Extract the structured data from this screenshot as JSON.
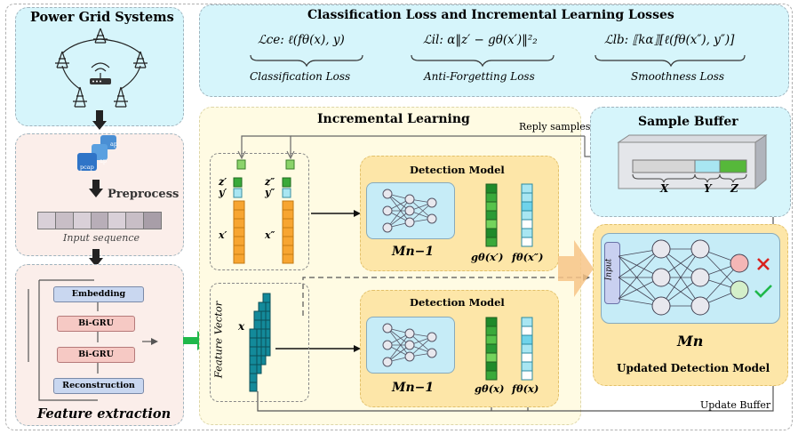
{
  "power_grid": {
    "title": "Power Grid Systems"
  },
  "preprocess": {
    "file_label_1": "pcap",
    "file_label_2": "ap",
    "file_label_3": "ap",
    "label": "Preprocess",
    "input_seq_label": "Input sequence"
  },
  "feature_extraction": {
    "title": "Feature extraction",
    "blocks": [
      "Embedding",
      "Bi-GRU",
      "Bi-GRU",
      "Reconstruction"
    ]
  },
  "losses": {
    "title": "Classification Loss and Incremental Learning Losses",
    "ce_formula": "ℒce: ℓ(fθ(x), y)",
    "ce_name": "Classification Loss",
    "il_formula": "ℒil: α‖z′ − gθ(x′)‖²₂",
    "il_name": "Anti-Forgetting Loss",
    "lb_formula": "ℒlb: ⟦kα⟧[ℓ(fθ(x″), y″)]",
    "lb_name": "Smoothness Loss"
  },
  "incremental": {
    "title": "Incremental Learning",
    "reply_samples": "Reply samples",
    "z1": "z′",
    "y1": "y′",
    "x1": "x′",
    "z2": "z″",
    "y2": "y″",
    "x2": "x″",
    "feature_vector": "Feature Vector",
    "x": "x",
    "detection_model_1": "Detection Model",
    "detection_model_2": "Detection Model",
    "m_prev_1": "Mn−1",
    "m_prev_2": "Mn−1",
    "g1": "gθ(x′)",
    "f1": "fθ(x″)",
    "g2": "gθ(x)",
    "f2": "fθ(x)"
  },
  "buffer": {
    "title": "Sample Buffer",
    "x": "X",
    "y": "Y",
    "z": "Z"
  },
  "updated": {
    "input": "Input",
    "m": "Mn",
    "title": "Updated Detection Model",
    "update_buffer": "Update Buffer"
  },
  "colors": {
    "cyan": "#d6f5fb",
    "pink": "#fbeeea",
    "yellow": "#fffbe3",
    "orange_panel": "#fde6a8",
    "green": "#3aa93a",
    "teal": "#138a9a",
    "orange": "#f7a531"
  }
}
